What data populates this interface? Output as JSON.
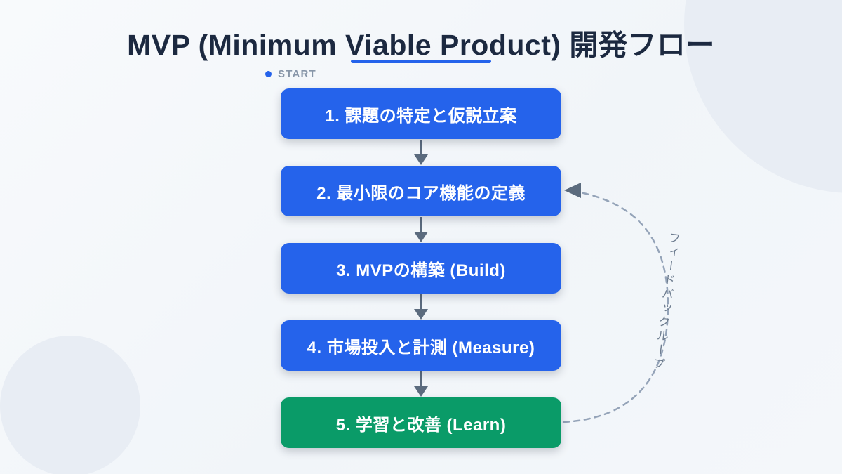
{
  "title": "MVP (Minimum Viable Product) 開発フロー",
  "start_label": "START",
  "flow": {
    "steps": [
      {
        "label": "1. 課題の特定と仮説立案",
        "color": "#2563eb"
      },
      {
        "label": "2. 最小限のコア機能の定義",
        "color": "#2563eb"
      },
      {
        "label": "3. MVPの構築 (Build)",
        "color": "#2563eb"
      },
      {
        "label": "4. 市場投入と計測 (Measure)",
        "color": "#2563eb"
      },
      {
        "label": "5. 学習と改善 (Learn)",
        "color": "#0a9b68"
      }
    ],
    "feedback_label": "フィードバックループ",
    "feedback_loop": {
      "from_step": 5,
      "to_step": 2,
      "style": "dashed-arc-right"
    }
  },
  "colors": {
    "accent_blue": "#2563eb",
    "step_green": "#0a9b68",
    "arrow": "#5b6b7e",
    "dashed_loop": "#94a3b8",
    "title_text": "#1c2940",
    "muted_text": "#8796a8",
    "feedback_text": "#6e7d90",
    "bg_circle": "#e8edf4"
  }
}
